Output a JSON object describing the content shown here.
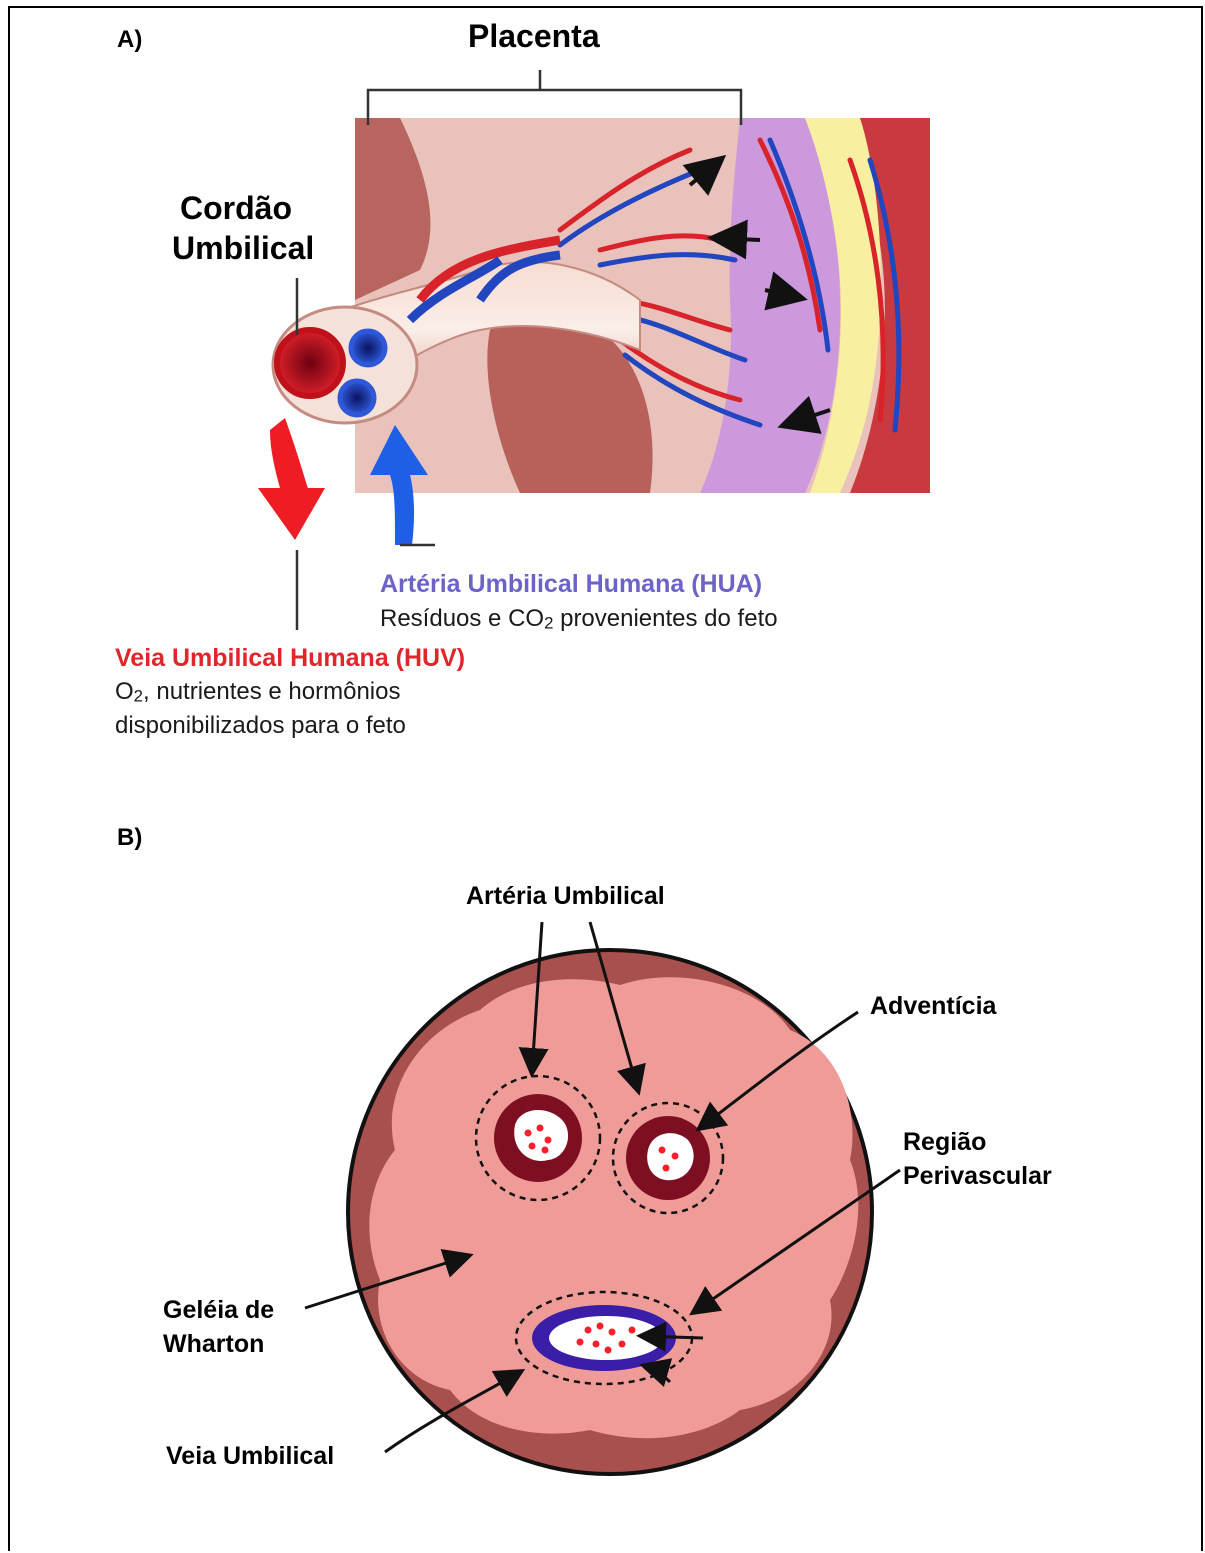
{
  "panel_a": {
    "label": "A)",
    "placenta_label": "Placenta",
    "cord_label_line1": "Cordão",
    "cord_label_line2": "Umbilical",
    "hua": {
      "title": "Artéria Umbilical Humana (HUA)",
      "desc_before": "Resíduos e CO",
      "desc_sub": "2",
      "desc_after": " provenientes do feto"
    },
    "huv": {
      "title": "Veia Umbilical Humana (HUV)",
      "line1_before": "O",
      "line1_sub": "2",
      "line1_after": ", nutrientes e hormônios",
      "line2": "disponibilizados para o feto"
    }
  },
  "panel_b": {
    "label": "B)",
    "arteria": "Artéria Umbilical",
    "adventicia": "Adventícia",
    "regiao_line1": "Região",
    "regiao_line2": "Perivascular",
    "geleia_line1": "Geléia de",
    "geleia_line2": "Wharton",
    "veia": "Veia Umbilical"
  },
  "colors": {
    "artery_label": "#6b63c9",
    "vein_label": "#e0262b",
    "cord_outer": "#a8504d",
    "cord_inner": "#ef9c98",
    "vessel_wall": "#7e0f22",
    "vein_wall": "#3a1ea8",
    "placenta_pink": "#d99aa5",
    "placenta_violet": "#cc99dd",
    "placenta_yellow": "#f8f0a0"
  }
}
